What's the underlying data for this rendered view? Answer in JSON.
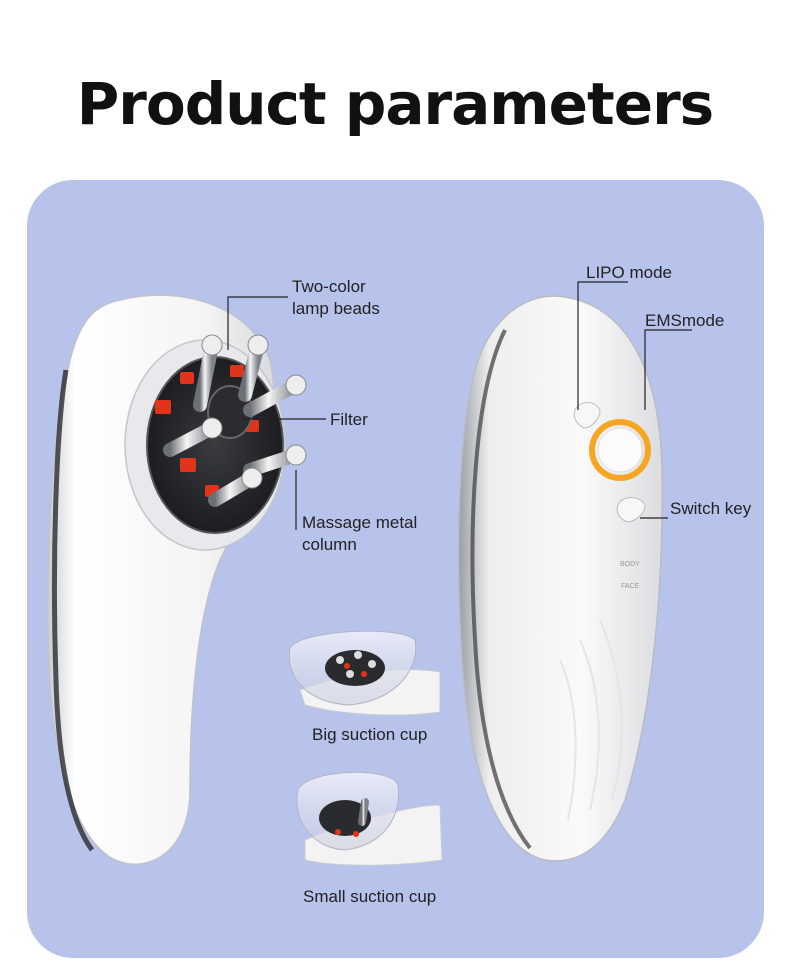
{
  "title": "Product parameters",
  "colors": {
    "panel": "#b8c3ec",
    "device_body": "#f2f2f2",
    "ring_accent": "#f5a623",
    "lamp_red": "#e2331b"
  },
  "labels": {
    "two_color_line1": "Two-color",
    "two_color_line2": "lamp beads",
    "filter": "Filter",
    "massage_line1": "Massage metal",
    "massage_line2": "column",
    "big_cup": "Big suction cup",
    "small_cup": "Small suction cup",
    "lipo": "LIPO mode",
    "ems": "EMSmode",
    "switch": "Switch key"
  },
  "device_text": {
    "body": "BODY",
    "face": "FACE"
  }
}
